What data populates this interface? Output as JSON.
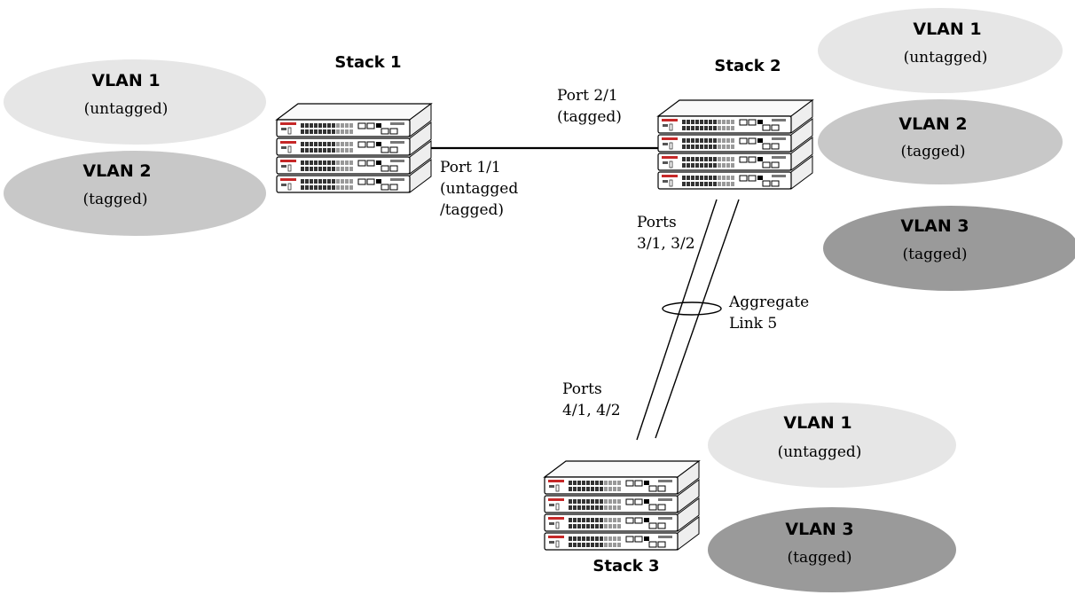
{
  "colors": {
    "vlan1": "#e6e6e6",
    "vlan2": "#c8c8c8",
    "vlan3": "#9a9a9a",
    "line": "#000000"
  },
  "stacks": [
    {
      "title": "Stack 1"
    },
    {
      "title": "Stack 2"
    },
    {
      "title": "Stack 3"
    }
  ],
  "vlans": {
    "stack1": [
      {
        "name": "VLAN 1",
        "mode": "(untagged)"
      },
      {
        "name": "VLAN 2",
        "mode": "(tagged)"
      }
    ],
    "stack2": [
      {
        "name": "VLAN 1",
        "mode": "(untagged)"
      },
      {
        "name": "VLAN 2",
        "mode": "(tagged)"
      },
      {
        "name": "VLAN 3",
        "mode": "(tagged)"
      }
    ],
    "stack3": [
      {
        "name": "VLAN 1",
        "mode": "(untagged)"
      },
      {
        "name": "VLAN 3",
        "mode": "(tagged)"
      }
    ]
  },
  "labels": {
    "port21": {
      "line1": "Port 2/1",
      "line2": "(tagged)"
    },
    "port11": {
      "line1": "Port 1/1",
      "line2": "(untagged",
      "line3": "/tagged)"
    },
    "ports31": {
      "line1": "Ports",
      "line2": "3/1, 3/2"
    },
    "aggregate": {
      "line1": "Aggregate",
      "line2": "Link 5"
    },
    "ports41": {
      "line1": "Ports",
      "line2": "4/1, 4/2"
    }
  }
}
